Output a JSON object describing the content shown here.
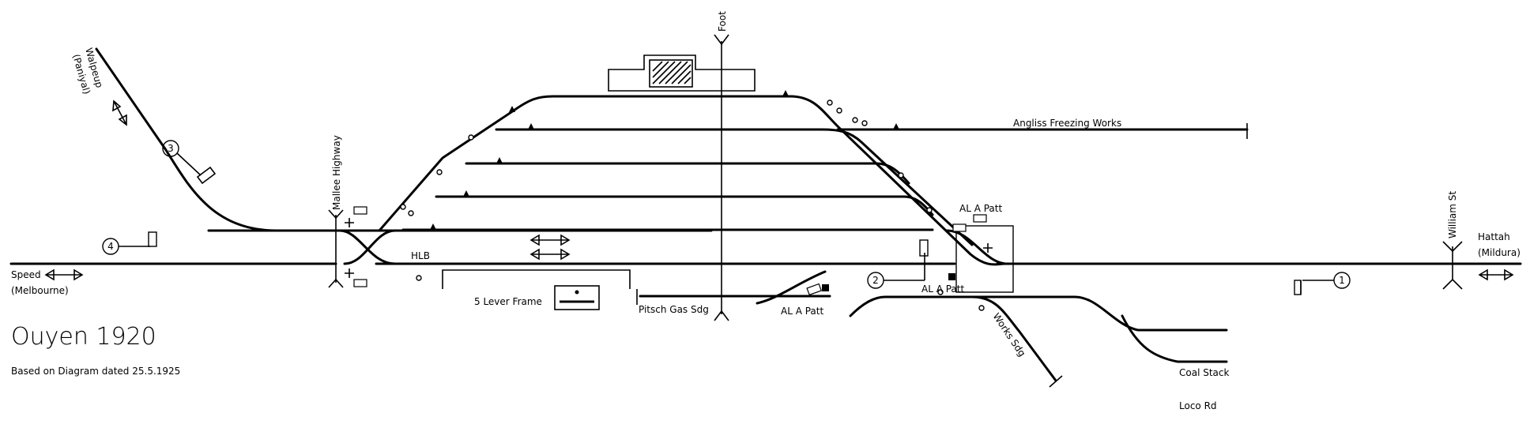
{
  "diagram": {
    "title": "Ouyen 1920",
    "subtitle": "Based on Diagram dated 25.5.1925",
    "labels": {
      "speed": "Speed",
      "melbourne": "(Melbourne)",
      "hattah": "Hattah",
      "mildura": "(Mildura)",
      "walpeup": "Walpeup",
      "paniyal": "(Paniyal)",
      "mallee_highway": "Mallee Highway",
      "william_st": "William St",
      "foot": "Foot",
      "hlb": "HLB",
      "lever_frame": "5 Lever Frame",
      "pitsch": "Pitsch Gas Sdg",
      "al_a_patt": "AL A Patt",
      "angliss": "Angliss Freezing Works",
      "works_sdg": "Works Sdg",
      "coal_stack": "Coal Stack",
      "loco_rd": "Loco Rd"
    },
    "signals": [
      "1",
      "2",
      "3",
      "4"
    ]
  }
}
